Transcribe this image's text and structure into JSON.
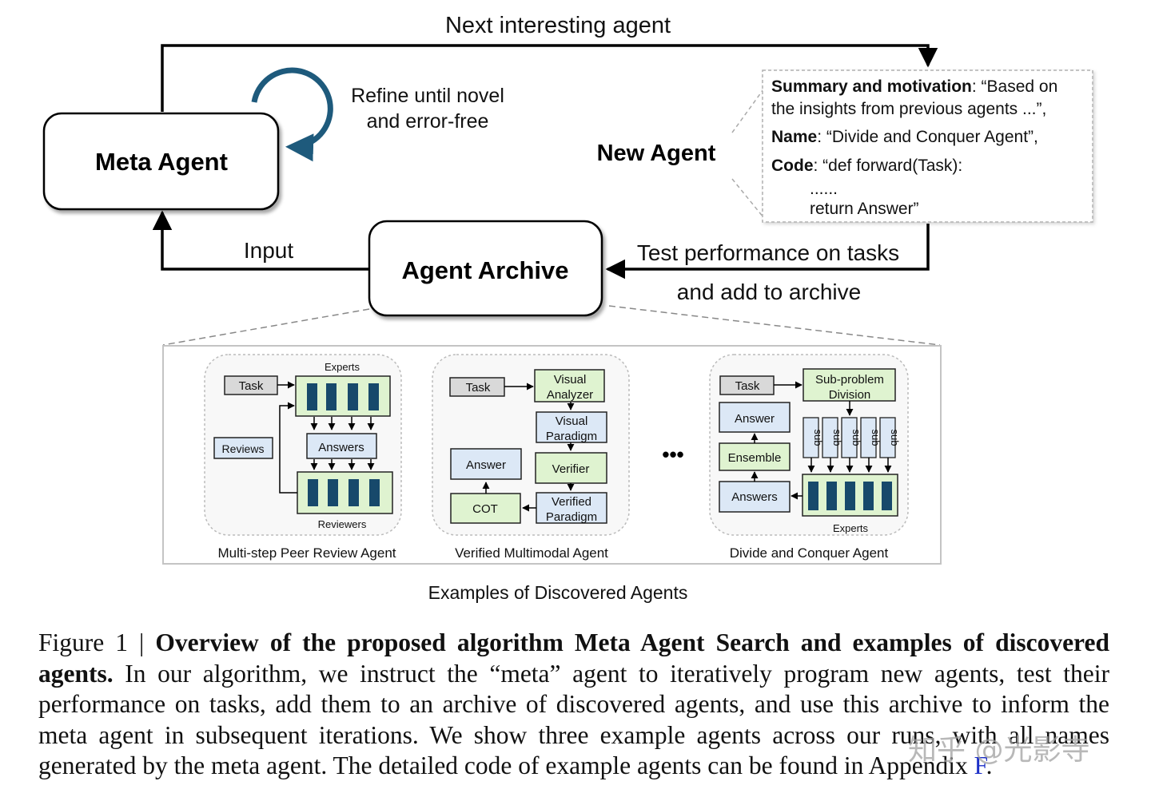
{
  "top_loop": {
    "next_label": "Next interesting agent",
    "refine_label_1": "Refine until novel",
    "refine_label_2": "and error-free",
    "meta_agent": "Meta Agent",
    "new_agent": "New Agent",
    "input_label": "Input",
    "agent_archive": "Agent Archive",
    "test_label_1": "Test performance on tasks",
    "test_label_2": "and add to archive"
  },
  "new_agent_card": {
    "summary_key": "Summary and motivation",
    "summary_val_1": ": “Based on",
    "summary_val_2": "the insights from previous agents ...”,",
    "name_key": "Name",
    "name_val": ": “Divide and Conquer Agent”,",
    "code_key": "Code",
    "code_val": ": “def forward(Task):",
    "code_dots": "......",
    "code_return": "return Answer”"
  },
  "examples": {
    "title": "Examples of Discovered Agents",
    "ellipsis": "•••",
    "peer_review": {
      "name": "Multi-step Peer Review Agent",
      "experts": "Experts",
      "task": "Task",
      "reviews": "Reviews",
      "answers": "Answers",
      "reviewers": "Reviewers"
    },
    "multimodal": {
      "name": "Verified Multimodal Agent",
      "task": "Task",
      "visual_analyzer_1": "Visual",
      "visual_analyzer_2": "Analyzer",
      "visual_paradigm_1": "Visual",
      "visual_paradigm_2": "Paradigm",
      "verifier": "Verifier",
      "verified_paradigm_1": "Verified",
      "verified_paradigm_2": "Paradigm",
      "answer": "Answer",
      "cot": "COT"
    },
    "divide": {
      "name": "Divide and Conquer Agent",
      "task": "Task",
      "division_1": "Sub-problem",
      "division_2": "Division",
      "answer": "Answer",
      "ensemble": "Ensemble",
      "answers": "Answers",
      "sub": "sub",
      "experts": "Experts"
    }
  },
  "caption": {
    "label": "Figure 1 | ",
    "bold": "Overview of the proposed algorithm Meta Agent Search and examples of discovered agents.",
    "body": " In our algorithm, we instruct the “meta” agent to iteratively program new agents, test their performance on tasks, add them to an archive of discovered agents, and use this archive to inform the meta agent in subsequent iterations. We show three example agents across our runs, with all names generated by the meta agent. The detailed code of example agents can be found in Appendix ",
    "link": "F",
    "end": "."
  },
  "watermark": "知乎 @光影寺",
  "colors": {
    "green_fill": "#dff3d0",
    "blue_fill": "#dce8f6",
    "gray_fill": "#d9d9d9",
    "bar_fill": "#17496b",
    "refine_arrow": "#1e5a7c"
  }
}
